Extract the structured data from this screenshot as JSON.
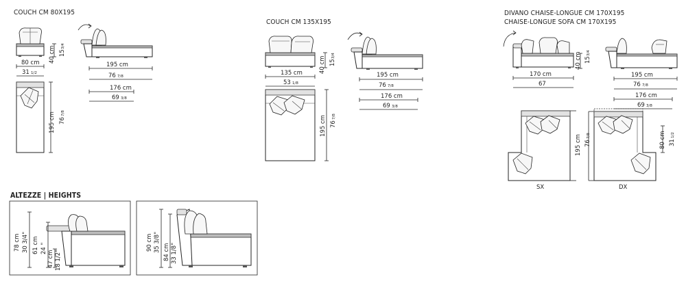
{
  "titles": {
    "couch_80": "COUCH CM 80X195",
    "couch_135": "COUCH CM 135X195",
    "chaise_it": "DIVANO CHAISE-LONGUE CM 170X195",
    "chaise_en": "CHAISE-LONGUE SOFA CM 170X195",
    "heights": "ALTEZZE | HEIGHTS"
  },
  "couch_80": {
    "front_width_cm": "80 cm",
    "front_width_in": "31",
    "front_width_in_frac": "1/2",
    "front_height_cm": "40 cm",
    "front_height_in": "15",
    "front_height_in_frac": "3/4",
    "side_length_cm": "195 cm",
    "side_length_in": "76",
    "side_length_in_frac": "7/8",
    "side_total_cm": "176 cm",
    "side_total_in": "69",
    "side_total_in_frac": "3/8",
    "plan_length_cm": "195 cm",
    "plan_length_in": "76",
    "plan_length_in_frac": "7/8"
  },
  "couch_135": {
    "front_width_cm": "135 cm",
    "front_width_in": "53",
    "front_width_in_frac": "1/8",
    "front_height_cm": "40 cm",
    "front_height_in": "15",
    "front_height_in_frac": "3/4",
    "side_length_cm": "195 cm",
    "side_length_in": "76",
    "side_length_in_frac": "7/8",
    "side_total_cm": "176 cm",
    "side_total_in": "69",
    "side_total_in_frac": "3/8",
    "plan_length_cm": "195 cm",
    "plan_length_in": "76",
    "plan_length_in_frac": "7/8"
  },
  "chaise": {
    "front_width_cm": "170 cm",
    "front_width_in": "67",
    "front_height_cm": "40 cm",
    "front_height_in": "15",
    "front_height_in_frac": "3/4",
    "side_length_cm": "195 cm",
    "side_length_in": "76",
    "side_length_in_frac": "7/8",
    "side_total_cm": "176 cm",
    "side_total_in": "69",
    "side_total_in_frac": "3/8",
    "plan_length_cm": "195 cm",
    "plan_length_in": "76",
    "plan_length_in_frac": "7/8",
    "plan_depth_cm": "80 cm",
    "plan_depth_in": "31",
    "plan_depth_in_frac": "1/2",
    "label_left": "SX",
    "label_right": "DX"
  },
  "heights_left": {
    "total_cm": "78 cm",
    "total_in": "30 3/4\"",
    "back_cm": "61 cm",
    "back_in": "24 \"",
    "seat_cm": "47 cm",
    "seat_in": "18 1/2\""
  },
  "heights_right": {
    "total_cm": "90 cm",
    "total_in": "35 3/8\"",
    "back_cm": "84 cm",
    "back_in": "33 1/8\""
  }
}
